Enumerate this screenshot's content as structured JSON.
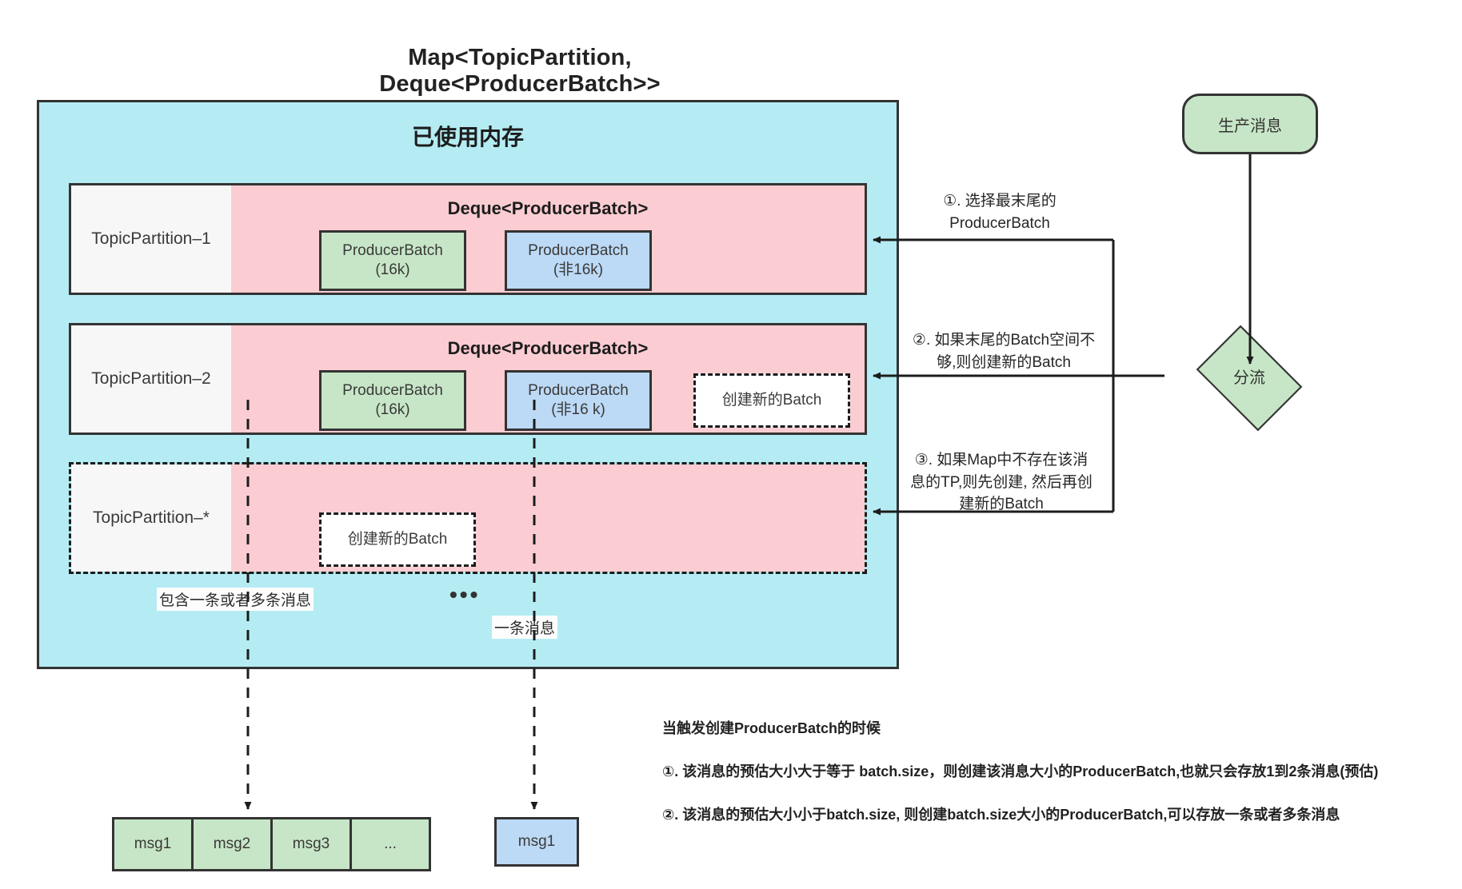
{
  "title": "Map<TopicPartition, Deque<ProducerBatch>>",
  "memory": {
    "title": "已使用内存",
    "rows": [
      {
        "name": "TopicPartition–1",
        "deque_label": "Deque<ProducerBatch>",
        "batches": [
          {
            "line1": "ProducerBatch",
            "line2": "(16k)",
            "style": "green"
          },
          {
            "line1": "ProducerBatch",
            "line2": "(非16k)",
            "style": "blue"
          }
        ],
        "new_batch": null,
        "dashed": false
      },
      {
        "name": "TopicPartition–2",
        "deque_label": "Deque<ProducerBatch>",
        "batches": [
          {
            "line1": "ProducerBatch",
            "line2": "(16k)",
            "style": "green"
          },
          {
            "line1": "ProducerBatch",
            "line2": "(非16 k)",
            "style": "blue"
          }
        ],
        "new_batch": "创建新的Batch",
        "dashed": false
      },
      {
        "name": "TopicPartition–*",
        "deque_label": "",
        "batches": [],
        "new_batch": "创建新的Batch",
        "dashed": true
      }
    ],
    "labels": {
      "multi_msg": "包含一条或者多条消息",
      "single_msg": "一条消息",
      "ellipsis": "•••"
    }
  },
  "flow": {
    "produce_node": "生产消息",
    "split_node": "分流",
    "notes": [
      "①. 选择最末尾的\nProducerBatch",
      "②. 如果末尾的Batch空间不\n够,则创建新的Batch",
      "③. 如果Map中不存在该消\n息的TP,则先创建, 然后再创\n建新的Batch"
    ]
  },
  "messages": {
    "batch_cells": [
      "msg1",
      "msg2",
      "msg3",
      "..."
    ],
    "single_cell": "msg1"
  },
  "legend": {
    "heading": "当触发创建ProducerBatch的时候",
    "items": [
      "①. 该消息的预估大小大于等于 batch.size，则创建该消息大小的ProducerBatch,也就只会存放1到2条消息(预估)",
      "②. 该消息的预估大小小于batch.size, 则创建batch.size大小的ProducerBatch,可以存放一条或者多条消息"
    ]
  },
  "colors": {
    "memory_bg": "#b5ecf3",
    "deque_bg": "#fbcdd2",
    "green": "#c7e6c7",
    "blue": "#bcd9f5",
    "stroke": "#333333"
  }
}
